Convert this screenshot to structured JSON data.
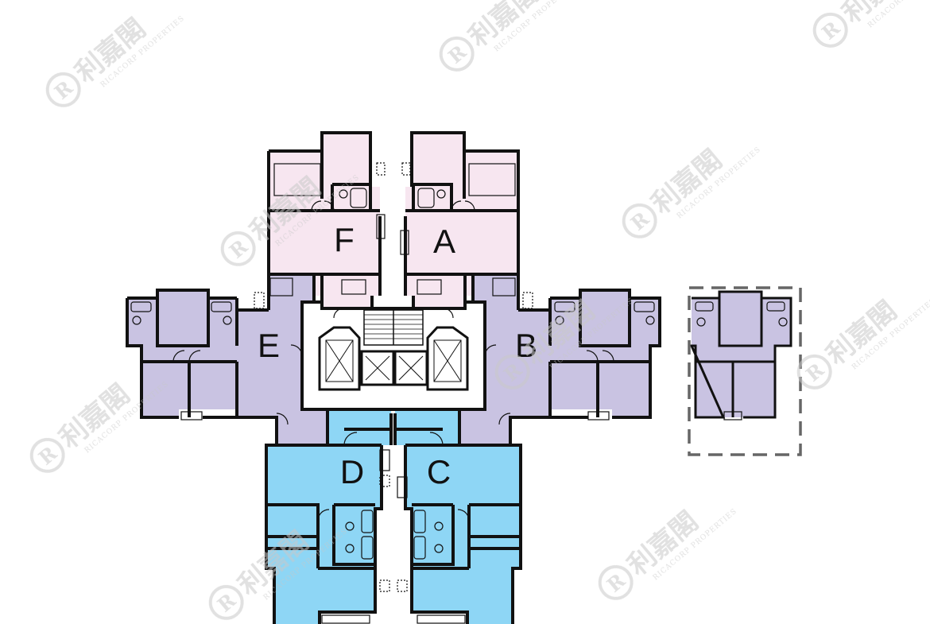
{
  "units": {
    "a": {
      "label": "A",
      "color": "#f7e6f0"
    },
    "b": {
      "label": "B",
      "color": "#c9c3e2"
    },
    "c": {
      "label": "C",
      "color": "#8ed6f5"
    },
    "d": {
      "label": "D",
      "color": "#8ed6f5"
    },
    "e": {
      "label": "E",
      "color": "#c9c3e2"
    },
    "f": {
      "label": "F",
      "color": "#f7e6f0"
    }
  },
  "core_color": "#ffffff",
  "legend_box_style": "dashed",
  "watermark": {
    "chinese": "利嘉閣",
    "english": "RICACORP PROPERTIES",
    "mark": "R"
  },
  "icons": [
    "stair-icon",
    "lift-icon",
    "bath-icon",
    "toilet-icon"
  ]
}
